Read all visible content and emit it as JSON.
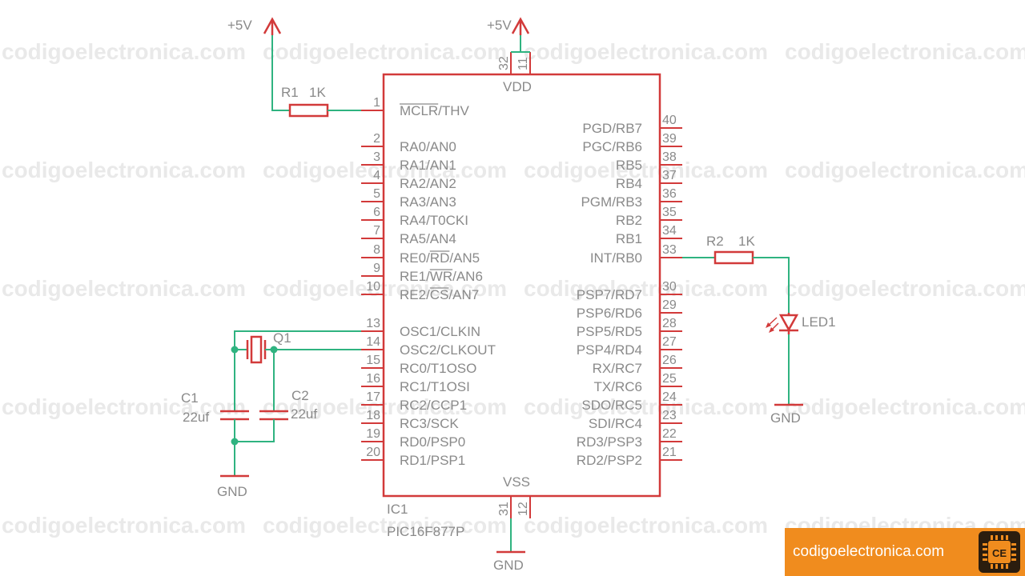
{
  "watermark": "codigoelectronica.com",
  "ic": {
    "ref": "IC1",
    "part": "PIC16F877P",
    "vdd": "VDD",
    "vss": "VSS",
    "vdd_pins": [
      "32",
      "11"
    ],
    "vss_pins": [
      "31",
      "12"
    ],
    "left_pins": [
      {
        "num": "1",
        "name": "MCLR/THV"
      },
      {
        "num": "2",
        "name": "RA0/AN0"
      },
      {
        "num": "3",
        "name": "RA1/AN1"
      },
      {
        "num": "4",
        "name": "RA2/AN2"
      },
      {
        "num": "5",
        "name": "RA3/AN3"
      },
      {
        "num": "6",
        "name": "RA4/T0CKI"
      },
      {
        "num": "7",
        "name": "RA5/AN4"
      },
      {
        "num": "8",
        "name": "RE0/RD/AN5"
      },
      {
        "num": "9",
        "name": "RE1/WR/AN6"
      },
      {
        "num": "10",
        "name": "RE2/CS/AN7"
      },
      {
        "num": "13",
        "name": "OSC1/CLKIN"
      },
      {
        "num": "14",
        "name": "OSC2/CLKOUT"
      },
      {
        "num": "15",
        "name": "RC0/T1OSO"
      },
      {
        "num": "16",
        "name": "RC1/T1OSI"
      },
      {
        "num": "17",
        "name": "RC2/CCP1"
      },
      {
        "num": "18",
        "name": "RC3/SCK"
      },
      {
        "num": "19",
        "name": "RD0/PSP0"
      },
      {
        "num": "20",
        "name": "RD1/PSP1"
      }
    ],
    "right_pins": [
      {
        "num": "40",
        "name": "PGD/RB7"
      },
      {
        "num": "39",
        "name": "PGC/RB6"
      },
      {
        "num": "38",
        "name": "RB5"
      },
      {
        "num": "37",
        "name": "RB4"
      },
      {
        "num": "36",
        "name": "PGM/RB3"
      },
      {
        "num": "35",
        "name": "RB2"
      },
      {
        "num": "34",
        "name": "RB1"
      },
      {
        "num": "33",
        "name": "INT/RB0"
      },
      {
        "num": "30",
        "name": "PSP7/RD7"
      },
      {
        "num": "29",
        "name": "PSP6/RD6"
      },
      {
        "num": "28",
        "name": "PSP5/RD5"
      },
      {
        "num": "27",
        "name": "PSP4/RD4"
      },
      {
        "num": "26",
        "name": "RX/RC7"
      },
      {
        "num": "25",
        "name": "TX/RC6"
      },
      {
        "num": "24",
        "name": "SDO/RC5"
      },
      {
        "num": "23",
        "name": "SDI/RC4"
      },
      {
        "num": "22",
        "name": "RD3/PSP3"
      },
      {
        "num": "21",
        "name": "RD2/PSP2"
      }
    ]
  },
  "power": {
    "vplus_left": "+5V",
    "vplus_top": "+5V",
    "gnd_crystal": "GND",
    "gnd_ic": "GND",
    "gnd_led": "GND"
  },
  "r1": {
    "ref": "R1",
    "value": "1K"
  },
  "r2": {
    "ref": "R2",
    "value": "1K"
  },
  "q1": {
    "ref": "Q1"
  },
  "c1": {
    "ref": "C1",
    "value": "22uf"
  },
  "c2": {
    "ref": "C2",
    "value": "22uf"
  },
  "led1": {
    "ref": "LED1"
  },
  "badge": {
    "text": "codigoelectronica.com",
    "logo": "CE"
  },
  "colors": {
    "component": "#d23a3a",
    "wire": "#2fb380",
    "label": "#8a8a8a",
    "badge": "#f08c1e"
  }
}
